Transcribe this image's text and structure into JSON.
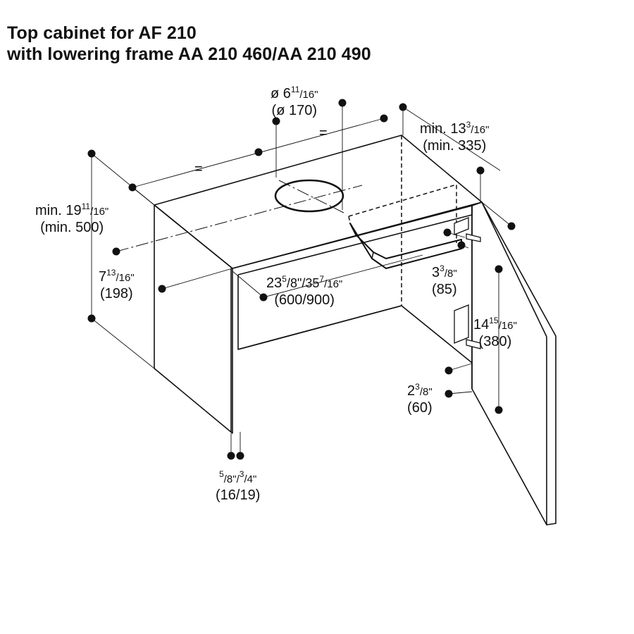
{
  "title": {
    "line1": "Top cabinet for AF 210",
    "line2": "with lowering frame AA 210 460/AA 210 490"
  },
  "dimensions": {
    "diameter": {
      "inch_whole": "ø 6",
      "inch_num": "11",
      "inch_den": "/16\"",
      "mm": "(ø 170)"
    },
    "equal_right": "=",
    "equal_left": "=",
    "rear_offset": {
      "prefix": "min. 13",
      "inch_num": "3",
      "inch_den": "/16\"",
      "mm": "(min. 335)"
    },
    "height": {
      "prefix": "min. 19",
      "inch_num": "11",
      "inch_den": "/16\"",
      "mm": "(min. 500)"
    },
    "depth_front": {
      "inch_whole": "7",
      "inch_num": "13",
      "inch_den": "/16\"",
      "mm": "(198)"
    },
    "width": {
      "w1": "23",
      "n1": "5",
      "d1": "/8\"/35",
      "n2": "7",
      "d2": "/16\"",
      "mm": "(600/900)"
    },
    "hinge_top": {
      "inch_whole": "3",
      "inch_num": "3",
      "inch_den": "/8\"",
      "mm": "(85)"
    },
    "hinge_span": {
      "inch_whole": "14",
      "inch_num": "15",
      "inch_den": "/16\"",
      "mm": "(380)"
    },
    "hinge_bottom": {
      "inch_whole": "2",
      "inch_num": "3",
      "inch_den": "/8\"",
      "mm": "(60)"
    },
    "panel": {
      "n1": "5",
      "d1": "/8\"/",
      "n2": "3",
      "d2": "/4\"",
      "mm": "(16/19)"
    }
  }
}
